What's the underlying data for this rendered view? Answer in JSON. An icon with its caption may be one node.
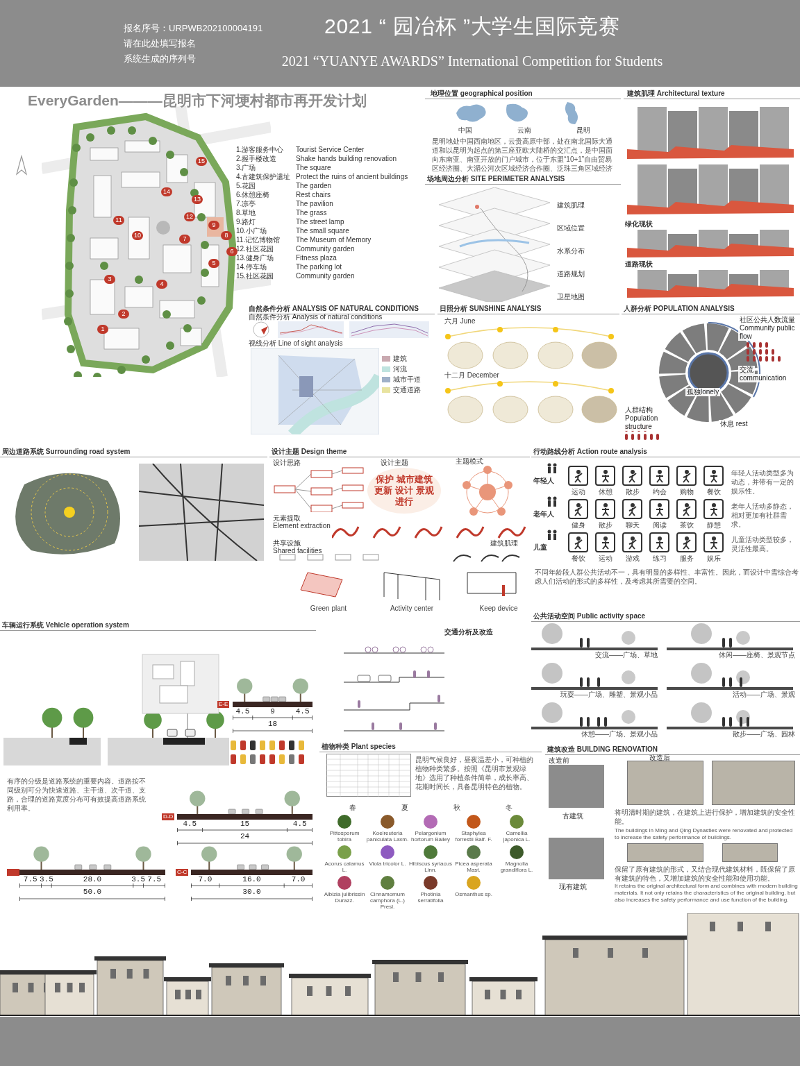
{
  "diagram": {
    "nodes": [
      {
        "text": [
          "报名序号：URPWB202100004191",
          "请在此处填写报名",
          "系统生成的序列号",
          "2021 “ 园冶杯 ”大学生国际竞赛",
          "2021 “YUANYE AWARDS” International Competition for  Students"
        ]
      },
      {
        "text": [
          "EveryGarden———昆明市下河埂村都市再开发计划",
          "1.游客服务中心",
          "Tourist Service Center",
          "2.握手楼改造",
          "Shake hands building renovation",
          "3.广场",
          "The square",
          "4.古建筑保护遗址",
          "Protect the ruins of ancient buildings",
          "5.花园",
          "The garden",
          "6.休憩座椅",
          "Rest chairs",
          "7.凉亭",
          "The pavilion",
          "8.草地",
          "The grass",
          "9.路灯",
          "The street lamp",
          "10.小广场",
          "The small square",
          "11.记忆博物馆",
          "The Museum of Memory",
          "12.社区花园",
          "Community garden",
          "13.健身广场",
          "Fitness plaza",
          "14.停车场",
          "The parking lot",
          "15.社区花园",
          "Community garden",
          "1",
          "2",
          "3",
          "4",
          "5",
          "6",
          "7",
          "8",
          "9",
          "10",
          "11",
          "12",
          "13",
          "14",
          "15"
        ]
      },
      {
        "text": [
          "地理位置 geographical position",
          "中国",
          "云南",
          "昆明",
          "昆明地处中国西南地区，云贵高原中部，处在南北国际大通道和以昆明为起点的第三座亚欧大陆桥的交汇点，是中国面向东南亚、南亚开放的门户城市，位于东盟“10+1”自由贸易区经济圈、大湄公河次区域经济合作圈、泛珠三角区域经济合作圈的交汇点。"
        ]
      },
      {
        "text": [
          "场地周边分析 SITE PERIMETER ANALYSIS",
          "建筑肌理",
          "区域位置",
          "水系分布",
          "道路规划",
          "卫星地图"
        ]
      },
      {
        "text": [
          "建筑肌理 Architectural texture",
          "绿化现状",
          "道路现状"
        ]
      },
      {
        "text": [
          "自然条件分析 ANALYSIS OF NATURAL CONDITIONS",
          "自然条件分析 Analysis of natural conditions",
          "视线分析 Line of sight analysis",
          "建筑",
          "河流",
          "城市干道",
          "交通道路"
        ]
      },
      {
        "text": [
          "日照分析  SUNSHINE ANALYSIS",
          "六月 June",
          "十二月 December"
        ]
      },
      {
        "text": [
          "人群分析  POPULATION ANALYSIS",
          "社区公共人数流量",
          "Community public flow",
          "交流",
          "communication",
          "孤独lonely",
          "休息 rest",
          "人群结构",
          "Population structure"
        ]
      },
      {
        "text": [
          "周边道路系统 Surrounding road system"
        ]
      },
      {
        "text": [
          "设计主题  Design theme",
          "设计思路",
          "设计主题",
          "主题模式",
          "保护",
          "城市建筑",
          "更新",
          "设计",
          "景观",
          "进行",
          "元素提取",
          "Element extraction",
          "共享设施",
          "Shared facilities",
          "建筑肌理",
          "Green plant",
          "Activity center",
          "Keep device"
        ]
      },
      {
        "text": [
          "行动路线分析 Action route analysis",
          "年轻人",
          "老年人",
          "儿童",
          "运动",
          "休憩",
          "散步",
          "约会",
          "购物",
          "餐饮",
          "健身",
          "散步",
          "聊天",
          "阅读",
          "茶饮",
          "静憩",
          "餐饮",
          "运动",
          "游戏",
          "练习",
          "服务",
          "娱乐",
          "年轻人活动类型多为动态，并带有一定的娱乐性。",
          "老年人活动多静态，相对更加有社群需求。",
          "儿童活动类型较多，灵活性最高。",
          "不同年龄段人群公共活动不一，具有明显的多样性、丰富性。因此，而设计中需综合考虑人们活动的形式的多样性，及考虑其所需要的空间。"
        ]
      },
      {
        "text": [
          "车辆运行系统 Vehicle operation system",
          "有序的分级是道路系统的重要内容。道路按不同级别可分为快速道路、主干道、次干道、支路，合理的道路宽度分布可有效提高道路系统利用率。",
          "E-E",
          "4.5",
          "9",
          "4.5",
          "18",
          "D-D",
          "4.5",
          "15",
          "4.5",
          "24",
          "7.5",
          "3.5",
          "28.0",
          "3.5",
          "7.5",
          "50.0",
          "C-C",
          "7.0",
          "16.0",
          "7.0",
          "30.0"
        ]
      },
      {
        "text": [
          "交通分析及改造"
        ]
      },
      {
        "text": [
          "公共活动空间 Public activity space",
          "交流——广场、草地",
          "休闲——座椅、景观节点",
          "玩耍——广场、雕塑、景观小品",
          "活动——广场、景观",
          "休憩——广场、景观小品",
          "散步——广场、园林"
        ]
      },
      {
        "text": [
          "植物种类 Plant species",
          "春",
          "夏",
          "秋",
          "冬",
          "昆明气候良好，昼夜温差小，可种植的植物种类繁多。按照《昆明市景观绿地》选用了种植条件简单，成长率高、花期时间长，具备昆明特色的植物。",
          "Pittosporum tobira",
          "Koelreuteria paniculata Laxm.",
          "Pelargonium hortorum Bailey",
          "Staphylea forrestii Balf. F.",
          "Camellia japonica L.",
          "Acorus calamus L.",
          "Viola tricolor L.",
          "Hibiscus syriacus Linn.",
          "Picea asperata Mast.",
          "Magnolia grandiflora L.",
          "Albizia julibrissin Durazz.",
          "Cinnamomum camphora (L.) Presl.",
          "Photinia serratifolia",
          "Osmanthus sp."
        ]
      },
      {
        "text": [
          "建筑改造  BUILDING RENOVATION",
          "改造前",
          "改造后",
          "古建筑",
          "现有建筑",
          "将明清时期的建筑，在建筑上进行保护，增加建筑的安全性能。",
          "The buildings in Ming and Qing Dynasties were renovated and protected to increase the safety performance of buildings.",
          "保留了原有建筑的形式，又结合现代建筑材料，既保留了原有建筑的特色，又增加建筑的安全性能和使用功能。",
          "It retains the original architectural form and combines with modern building materials. It not only retains the characteristics of the original building, but also increases the safety performance and use function of the building."
        ]
      }
    ]
  }
}
